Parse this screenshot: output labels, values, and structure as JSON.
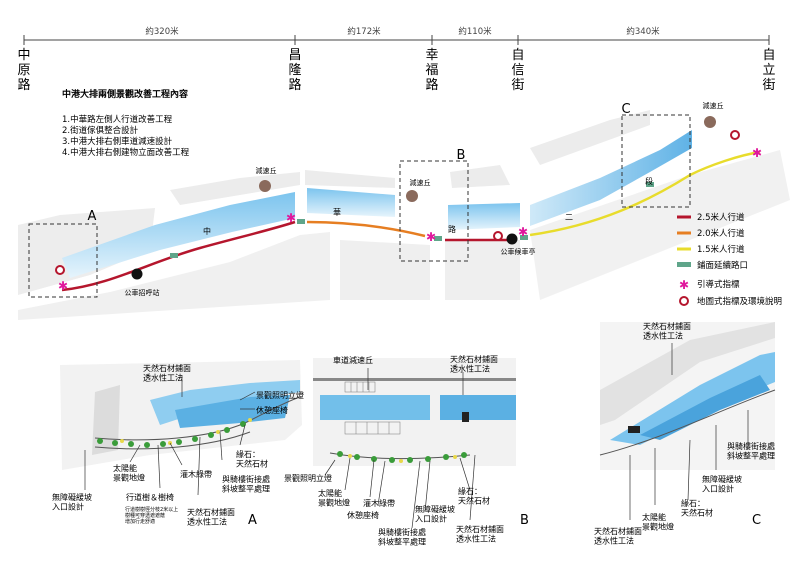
{
  "distances": [
    {
      "label": "約320米"
    },
    {
      "label": "約172米"
    },
    {
      "label": "約110米"
    },
    {
      "label": "約340米"
    }
  ],
  "streets": [
    {
      "name": "中原路",
      "chars": [
        "中",
        "原",
        "路"
      ]
    },
    {
      "name": "昌隆路",
      "chars": [
        "昌",
        "隆",
        "路"
      ]
    },
    {
      "name": "幸福路",
      "chars": [
        "幸",
        "福",
        "路"
      ]
    },
    {
      "name": "自信街",
      "chars": [
        "自",
        "信",
        "街"
      ]
    },
    {
      "name": "自立街",
      "chars": [
        "自",
        "立",
        "街"
      ]
    }
  ],
  "project": {
    "title": "中港大排兩側景觀改善工程內容",
    "items": [
      "1.中華路左側人行道改善工程",
      "2.街道傢俱整合設計",
      "3.中港大排右側車道減速設計",
      "4.中港大排右側建物立面改善工程"
    ]
  },
  "map": {
    "road_chars": [
      "中",
      "華",
      "路",
      "二",
      "段"
    ],
    "labels": {
      "slow_mound_1": "減速丘",
      "slow_mound_2": "減速丘",
      "slow_mound_3": "減速丘",
      "bus_stop_1": "公車招呼站",
      "bus_stop_2": "公車候車亭"
    },
    "areas": [
      "A",
      "B",
      "C"
    ]
  },
  "legend": {
    "items": [
      {
        "label": "2.5米人行道",
        "color": "#b5162d"
      },
      {
        "label": "2.0米人行道",
        "color": "#e67e22"
      },
      {
        "label": "1.5米人行道",
        "color": "#e8dc2c"
      },
      {
        "label": "鋪面延續路口",
        "color": "#5fa58a"
      },
      {
        "label": "引導式指標",
        "color": "#e0189c"
      },
      {
        "label": "地圖式指標及環境說明",
        "color": "#b5162d"
      }
    ]
  },
  "detail_a": {
    "letter": "A",
    "labels": {
      "stone": "天然石材鋪面\n透水性工法",
      "lighting": "景觀照明立燈",
      "bench": "休憩座椅",
      "curb": "緣石：\n天然石材",
      "ramp": "與騎樓街接處\n斜坡整平處理",
      "stone2": "天然石材鋪面\n透水性工法",
      "shrub": "灌木綠帶",
      "solar": "太陽能\n景觀地燈",
      "trees": "行道樹＆樹椅",
      "note": "行道樹樹徑分枝2米以上\n樹種可穿透遮遮蔭\n增加行走舒適",
      "barrier_free": "無障礙緩坡\n入口設計"
    }
  },
  "detail_b": {
    "letter": "B",
    "labels": {
      "slow": "車道減速丘",
      "stone": "天然石材鋪面\n透水性工法",
      "lighting": "景觀照明立燈",
      "solar": "太陽能\n景觀地燈",
      "shrub": "灌木綠帶",
      "bench": "休憩座椅",
      "ramp": "與騎樓街接處\n斜坡整平處理",
      "barrier_free": "無障礙緩坡\n入口設計",
      "curb": "緣石：\n天然石材",
      "stone2": "天然石材鋪面\n透水性工法"
    }
  },
  "detail_c": {
    "letter": "C",
    "labels": {
      "stone": "天然石材鋪面\n透水性工法",
      "ramp": "與騎樓街接處\n斜坡整平處理",
      "barrier_free": "無障礙緩坡\n入口設計",
      "curb": "緣石：\n天然石材",
      "solar": "太陽能\n景觀地燈",
      "stone2": "天然石材鋪面\n透水性工法"
    }
  },
  "colors": {
    "water": "#a9d8f2",
    "water_dark": "#4aa3dc",
    "mound": "#8a6a5c",
    "block": "#ececec"
  }
}
